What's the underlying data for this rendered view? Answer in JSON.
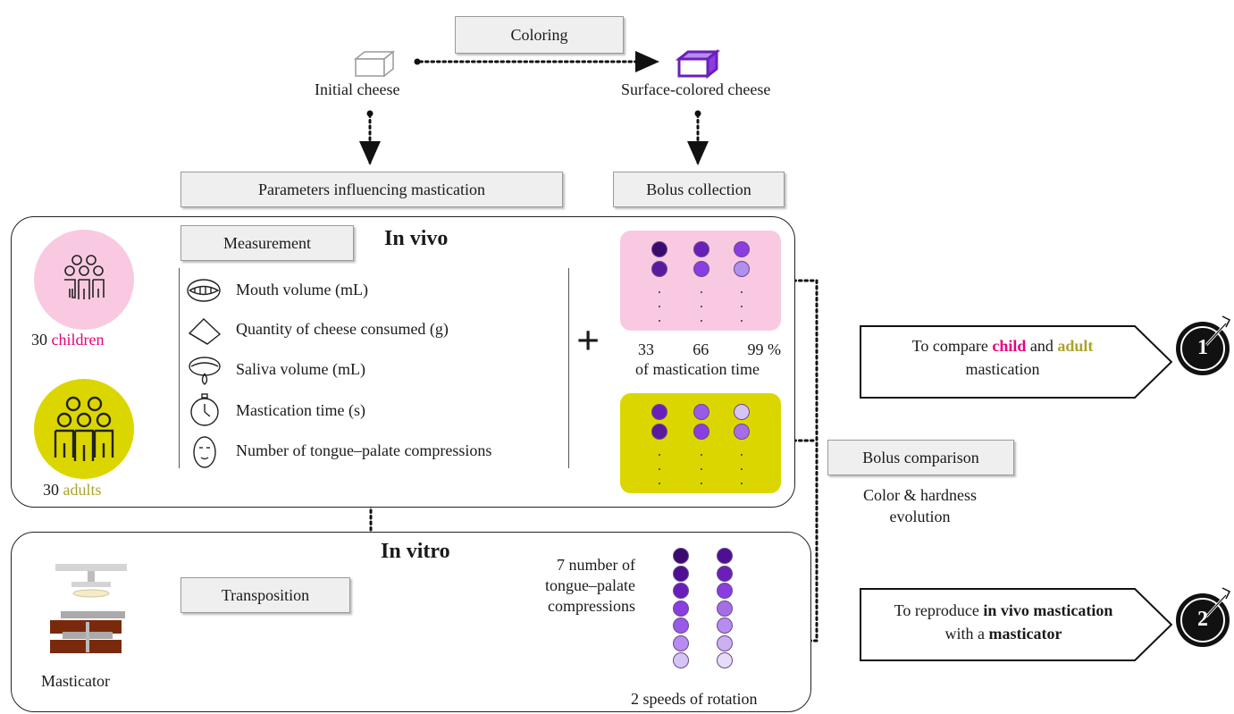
{
  "top": {
    "coloring_label": "Coloring",
    "initial_cheese_label": "Initial cheese",
    "surface_colored_label": "Surface-colored cheese",
    "parameters_label": "Parameters influencing mastication",
    "bolus_collection_label": "Bolus collection"
  },
  "in_vivo": {
    "title": "In vivo",
    "measurement_label": "Measurement",
    "children": {
      "count": "30",
      "word": "children"
    },
    "adults": {
      "count": "30",
      "word": "adults"
    },
    "measurements": [
      {
        "label": "Mouth volume (mL)",
        "icon": "mouth-icon"
      },
      {
        "label": "Quantity of cheese consumed (g)",
        "icon": "cheese-slice-icon"
      },
      {
        "label": "Saliva volume (mL)",
        "icon": "saliva-icon"
      },
      {
        "label": "Mastication time (s)",
        "icon": "stopwatch-icon"
      },
      {
        "label": "Number of tongue–palate compressions",
        "icon": "face-icon"
      }
    ],
    "plus": "+",
    "time_points": [
      "33",
      "66",
      "99 %"
    ],
    "time_caption": "of mastication time",
    "children_dots": [
      [
        "#3b0a6e",
        "#6a1fb8",
        "#8a3de0"
      ],
      [
        "#5a1a9e",
        "#8a3de0",
        "#b090ee"
      ]
    ],
    "adults_dots": [
      [
        "#6a1fb8",
        "#9a5ae8",
        "#d6c4f4"
      ],
      [
        "#5a1a9e",
        "#8a3de0",
        "#a56ee6"
      ]
    ]
  },
  "bolus": {
    "comparison_label": "Bolus comparison",
    "evolution_line1": "Color & hardness",
    "evolution_line2": "evolution"
  },
  "in_vitro": {
    "title": "In vitro",
    "transposition_label": "Transposition",
    "masticator_label": "Masticator",
    "compressions_line1": "7 number of",
    "compressions_line2": "tongue–palate",
    "compressions_line3": "compressions",
    "speeds_label": "2 speeds of rotation",
    "dots_col1": [
      "#3b0a6e",
      "#4e0f94",
      "#6a1fb8",
      "#8a3de0",
      "#9a5ae8",
      "#b68cf0",
      "#d6c4f4"
    ],
    "dots_col2": [
      "#4e0f94",
      "#6a1fb8",
      "#8a3de0",
      "#a56ee6",
      "#b68cf0",
      "#cbb0f2",
      "#e6dcf8"
    ]
  },
  "goals": {
    "goal1": {
      "number": "1",
      "pre": "To compare ",
      "child": "child",
      "and": " and ",
      "adult": "adult",
      "line2": "mastication"
    },
    "goal2": {
      "number": "2",
      "pre": "To reproduce ",
      "bold1": "in vivo mastication",
      "with": "with a ",
      "bold2": "masticator"
    }
  },
  "colors": {
    "children_pink": "#f9c9e2",
    "adults_yellow": "#dcd600",
    "purple": "#6a1fb8",
    "pink_text": "#e5007e",
    "olive_text": "#a9a42a"
  }
}
